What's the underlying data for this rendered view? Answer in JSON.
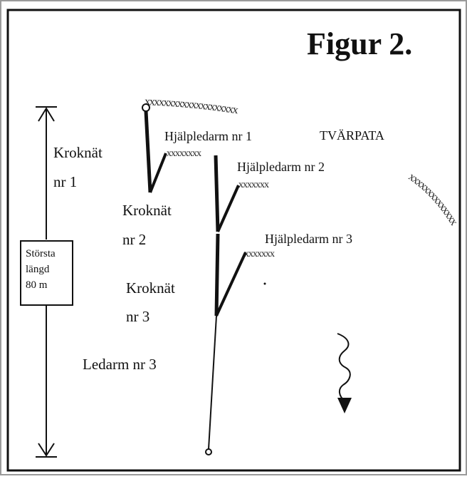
{
  "title": "Figur 2.",
  "labels": {
    "tvarpata": "TVÄRPATA",
    "hjalpledarm1": "Hjälpledarm nr 1",
    "hjalpledarm2": "Hjälpledarm nr 2",
    "hjalpledarm3": "Hjälpledarm nr 3",
    "kroknat1_line1": "Kroknät",
    "kroknat1_line2": "nr 1",
    "kroknat2_line1": "Kroknät",
    "kroknat2_line2": "nr 2",
    "kroknat3_line1": "Kroknät",
    "kroknat3_line2": "nr 3",
    "ledarm3": "Ledarm nr 3"
  },
  "dimension_box": {
    "line1": "Största",
    "line2": "längd",
    "line3": "80 m"
  },
  "x_marks": {
    "tvarpata_top": "xxxxxxxxxxxxxxxxxxxx",
    "tvarpata_right": "xxxxxxxxxxxxxx",
    "hjalp1": "xxxxxxxx",
    "hjalp2": "xxxxxxx",
    "hjalp3": "xxxxxxx"
  },
  "colors": {
    "ink": "#111111",
    "frame": "#9a9a9a",
    "background": "#ffffff"
  }
}
